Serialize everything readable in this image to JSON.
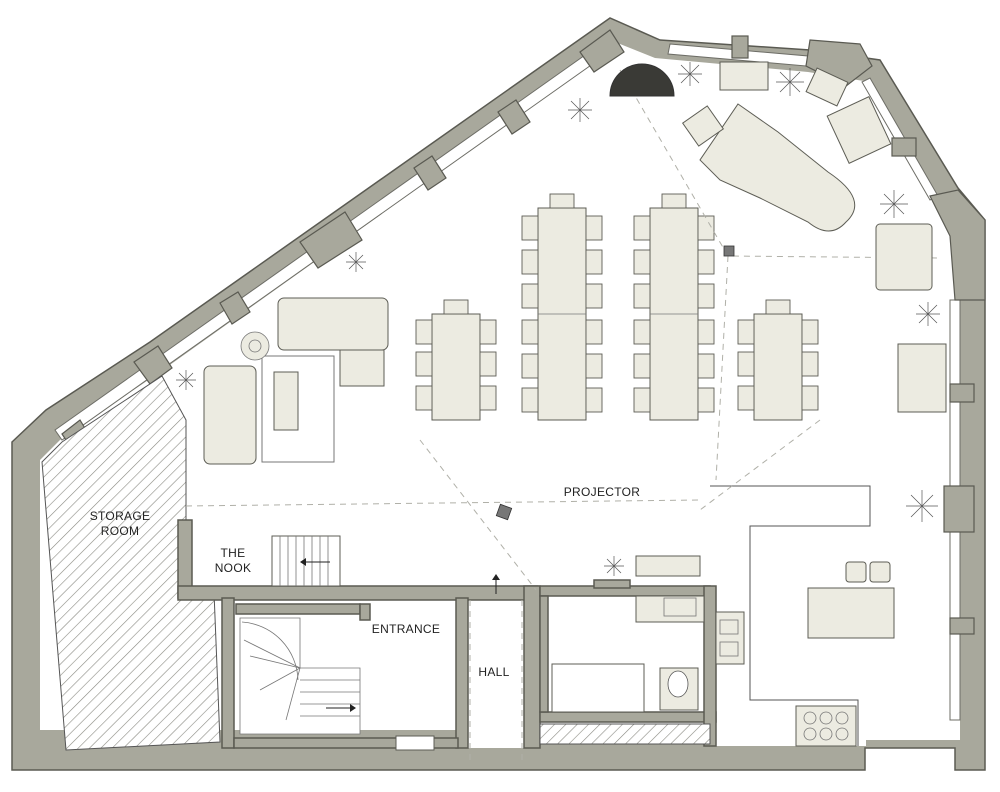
{
  "plan": {
    "rooms": {
      "storage": [
        "STORAGE",
        "ROOM"
      ],
      "nook": [
        "THE",
        "NOOK"
      ],
      "entrance": "ENTRANCE",
      "hall": "HALL",
      "projector": "PROJECTOR"
    },
    "colors": {
      "wall": "#a8a89c",
      "furniture": "#ecebe1",
      "outline": "#5a5a52"
    }
  }
}
